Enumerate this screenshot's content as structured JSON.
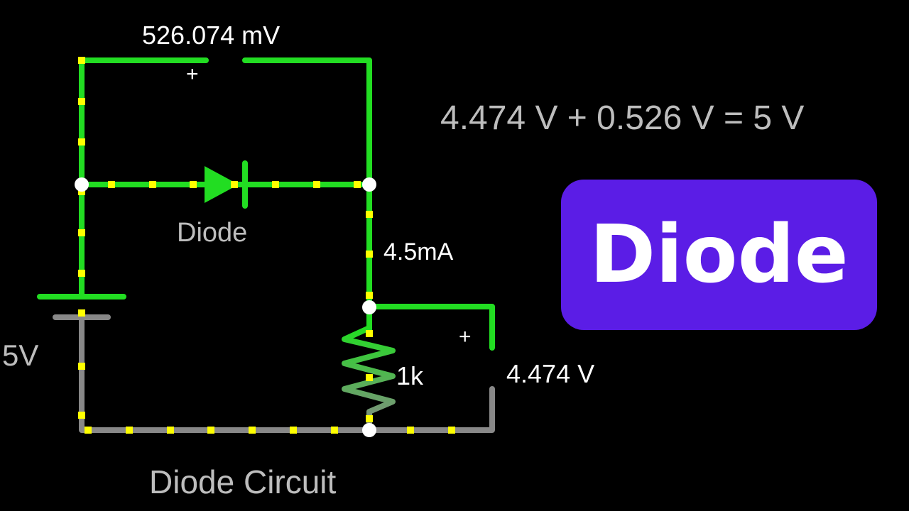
{
  "colors": {
    "wire_active": "#22dd22",
    "wire_ground": "#888888",
    "current_dot": "#ffff00",
    "badge": "#5b1de6"
  },
  "labels": {
    "diode_voltage": "526.074 mV",
    "diode_meter_plus": "+",
    "diode_label": "Diode",
    "current": "4.5mA",
    "source": "5V",
    "resistor": "1k",
    "resistor_meter_plus": "+",
    "resistor_voltage": "4.474 V",
    "caption": "Diode Circuit",
    "equation": "4.474 V + 0.526 V = 5 V"
  },
  "badge": {
    "title": "Diode"
  }
}
